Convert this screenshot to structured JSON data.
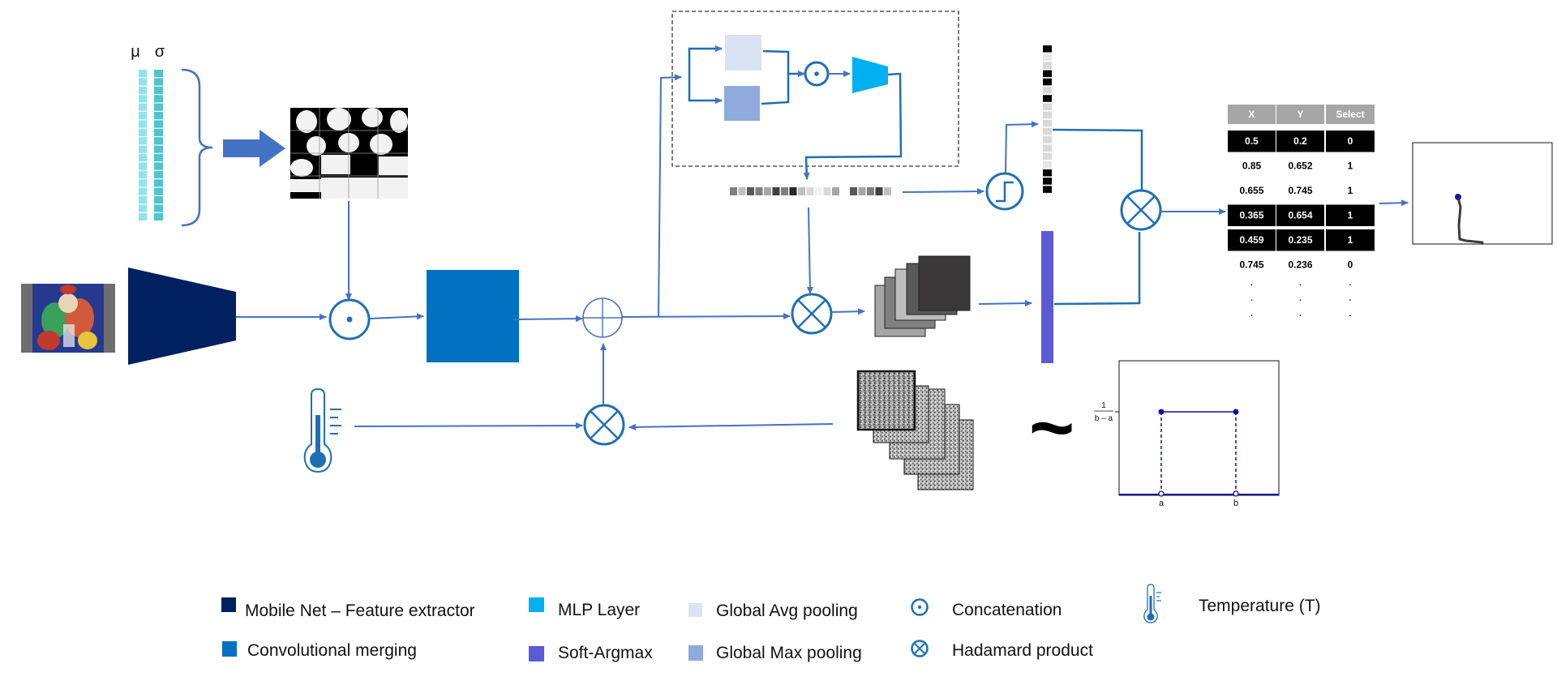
{
  "colors": {
    "mobilenet": "#002060",
    "conv_merge": "#0070C0",
    "mlp": "#00B0F0",
    "soft_argmax": "#5B5BD6",
    "gap": "#DAE3F3",
    "gmp": "#8FAADC",
    "arrow": "#4472C4",
    "op": "#1F6FB5",
    "mu_bar": "#8FE3EF",
    "sigma_bar": "#4EC4CF"
  },
  "params": {
    "mu": "μ",
    "sigma": "σ"
  },
  "distribution": {
    "density_label_num": "1",
    "density_label_den": "b – a",
    "a_label": "a",
    "b_label": "b",
    "tilde": "~"
  },
  "table": {
    "headers": [
      "X",
      "Y",
      "Select"
    ],
    "rows": [
      {
        "x": "0.5",
        "y": "0.2",
        "select": "0",
        "highlight": true
      },
      {
        "x": "0.85",
        "y": "0.652",
        "select": "1",
        "highlight": false
      },
      {
        "x": "0.655",
        "y": "0.745",
        "select": "1",
        "highlight": false
      },
      {
        "x": "0.365",
        "y": "0.654",
        "select": "1",
        "highlight": true
      },
      {
        "x": "0.459",
        "y": "0.235",
        "select": "1",
        "highlight": true
      },
      {
        "x": "0.745",
        "y": "0.236",
        "select": "0",
        "highlight": false
      }
    ],
    "ellipsis": "."
  },
  "legend": [
    {
      "key": "mobilenet",
      "label": "Mobile Net – Feature extractor",
      "icon": "navy-square"
    },
    {
      "key": "mlp",
      "label": "MLP Layer",
      "icon": "cyan-square"
    },
    {
      "key": "gap",
      "label": "Global Avg pooling",
      "icon": "pale-square"
    },
    {
      "key": "concat",
      "label": "Concatenation",
      "icon": "dot-circle-icon"
    },
    {
      "key": "temperature",
      "label": "Temperature (T)",
      "icon": "thermometer-icon"
    },
    {
      "key": "conv_merge",
      "label": "Convolutional merging",
      "icon": "blue-square"
    },
    {
      "key": "soft_argmax",
      "label": "Soft-Argmax",
      "icon": "violet-square"
    },
    {
      "key": "gmp",
      "label": "Global Max pooling",
      "icon": "lightblue-square"
    },
    {
      "key": "hadamard",
      "label": "Hadamard product",
      "icon": "times-circle-icon"
    }
  ]
}
